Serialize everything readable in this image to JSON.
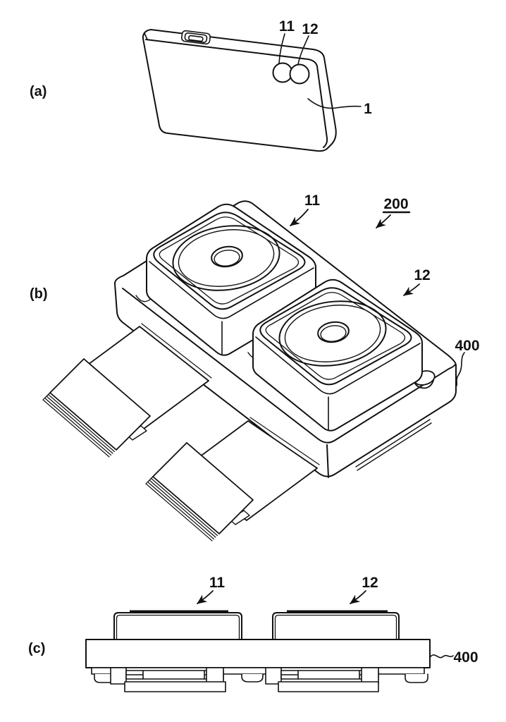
{
  "figure": {
    "kind": "patent-line-drawing",
    "panels": {
      "a": {
        "label": "(a)",
        "callouts": {
          "c11": "11",
          "c12": "12",
          "c1": "1"
        }
      },
      "b": {
        "label": "(b)",
        "callouts": {
          "c11": "11",
          "c200": "200",
          "c12": "12",
          "c400": "400"
        }
      },
      "c": {
        "label": "(c)",
        "callouts": {
          "c11": "11",
          "c12": "12",
          "c400": "400"
        }
      }
    },
    "colors": {
      "line": "#111111",
      "background": "#ffffff"
    }
  }
}
